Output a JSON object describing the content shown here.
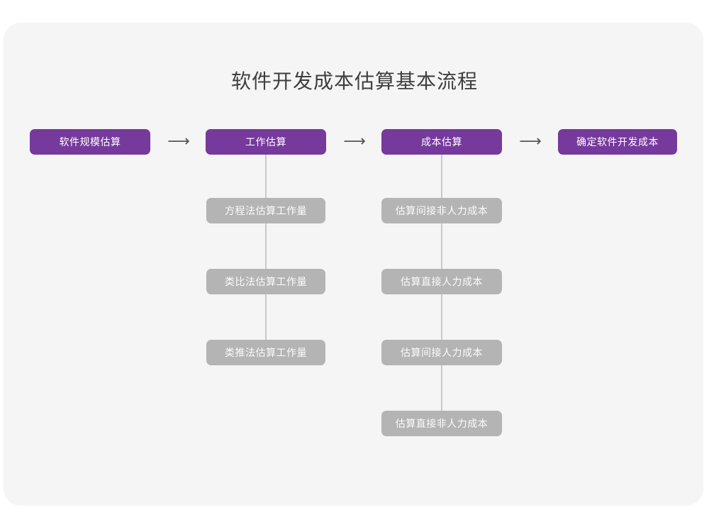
{
  "page": {
    "title": "软件开发成本估算基本流程",
    "background_color": "#ffffff",
    "card_color": "#f5f5f5",
    "primary_color": "#76399c",
    "secondary_color": "#b4b4b4",
    "connector_color": "#c9c9c9",
    "arrow_glyph": "⟶"
  },
  "flow": {
    "steps": [
      {
        "label": "软件规模估算",
        "substeps": []
      },
      {
        "label": "工作估算",
        "substeps": [
          {
            "label": "方程法估算工作量"
          },
          {
            "label": "类比法估算工作量"
          },
          {
            "label": "类推法估算工作量"
          }
        ]
      },
      {
        "label": "成本估算",
        "substeps": [
          {
            "label": "估算间接非人力成本"
          },
          {
            "label": "估算直接人力成本"
          },
          {
            "label": "估算间接人力成本"
          },
          {
            "label": "估算直接非人力成本"
          }
        ]
      },
      {
        "label": "确定软件开发成本",
        "substeps": []
      }
    ],
    "arrows": [
      {
        "label": "⟶"
      },
      {
        "label": "⟶"
      },
      {
        "label": "⟶"
      }
    ]
  }
}
